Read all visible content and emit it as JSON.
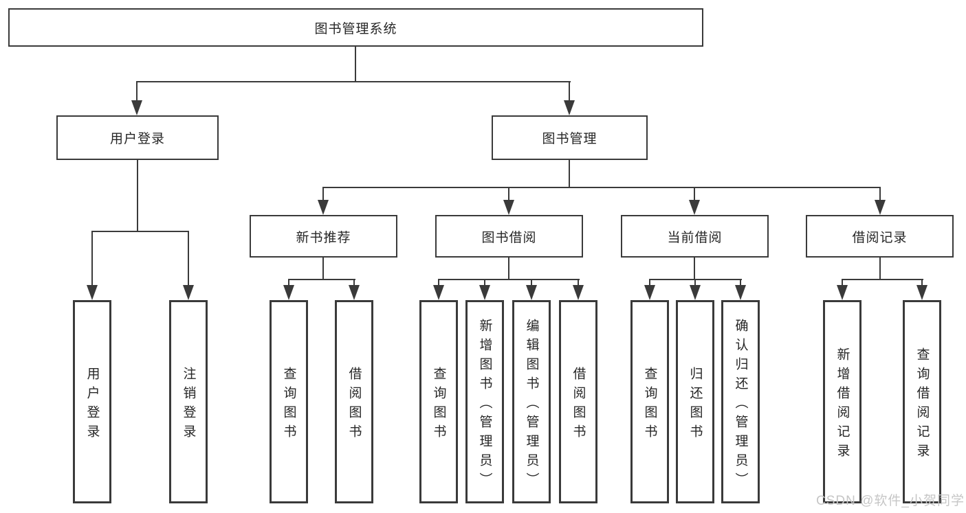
{
  "colors": {
    "line": "#3a3a3a",
    "text": "#262626",
    "background": "#ffffff",
    "watermark": "#c6c6c6"
  },
  "diagram": {
    "root": {
      "label": "图书管理系统"
    },
    "level2": [
      {
        "label": "用户登录"
      },
      {
        "label": "图书管理"
      }
    ],
    "level3": [
      {
        "label": "新书推荐"
      },
      {
        "label": "图书借阅"
      },
      {
        "label": "当前借阅"
      },
      {
        "label": "借阅记录"
      }
    ],
    "leaves": [
      {
        "label": "用户登录"
      },
      {
        "label": "注销登录"
      },
      {
        "label": "查询图书"
      },
      {
        "label": "借阅图书"
      },
      {
        "label": "查询图书"
      },
      {
        "label": "新增图书（管理员）"
      },
      {
        "label": "编辑图书（管理员）"
      },
      {
        "label": "借阅图书"
      },
      {
        "label": "查询图书"
      },
      {
        "label": "归还图书"
      },
      {
        "label": "确认归还（管理员）"
      },
      {
        "label": "新增借阅记录"
      },
      {
        "label": "查询借阅记录"
      }
    ]
  },
  "watermark": {
    "text": "CSDN @软件_小贺同学"
  }
}
